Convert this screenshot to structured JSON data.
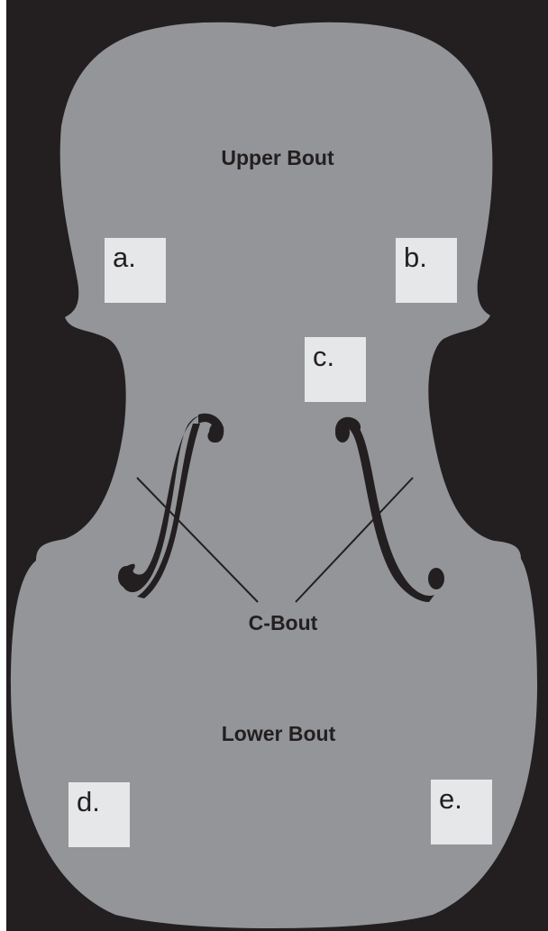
{
  "labels": {
    "upper_bout": "Upper Bout",
    "c_bout": "C-Bout",
    "lower_bout": "Lower Bout"
  },
  "markers": {
    "a": "a.",
    "b": "b.",
    "c": "c.",
    "d": "d.",
    "e": "e."
  },
  "colors": {
    "background": "#231f20",
    "body": "#939598",
    "marker_box": "#e6e7e8",
    "text": "#231f20"
  }
}
